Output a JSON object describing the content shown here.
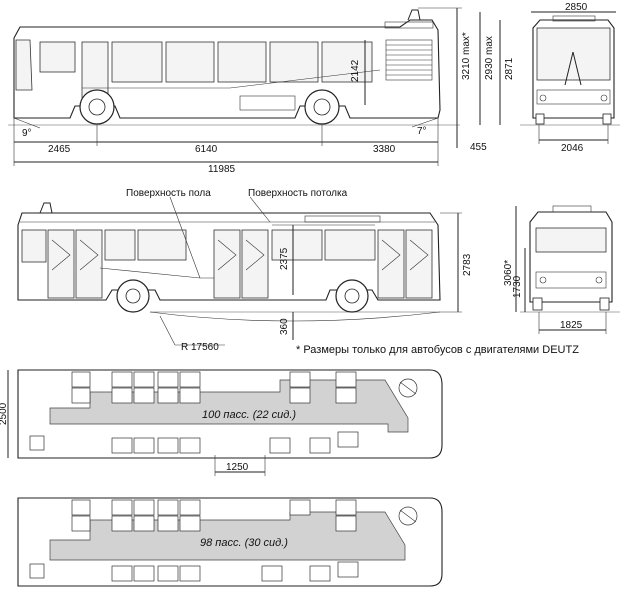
{
  "top_view": {
    "dims": {
      "front_overhang": "2465",
      "wheelbase": "6140",
      "rear_overhang": "3380",
      "total_length": "11985",
      "approach_angle": "9°",
      "departure_angle": "7°",
      "interior_height": "2142",
      "max_height": "3210 max*",
      "height_2930": "2930 max",
      "height_2871": "2871",
      "step_height": "455"
    }
  },
  "front_view": {
    "dims": {
      "width": "2850",
      "track": "2046"
    }
  },
  "side_view": {
    "labels": {
      "floor_surface": "Поверхность пола",
      "ceiling_surface": "Поверхность потолка"
    },
    "dims": {
      "interior_height": "2375",
      "ground_clearance": "360",
      "turn_radius": "R 17560",
      "overall_height": "2783",
      "rear_height": "3060*",
      "rear_mid_height": "1730",
      "rear_track": "1825"
    }
  },
  "footnote": "* Размеры только для автобусов с двигателями DEUTZ",
  "plan_1": {
    "caption": "100 пасс. (22 сид.)",
    "width_dim": "2500",
    "aisle_dim": "1250"
  },
  "plan_2": {
    "caption": "98 пасс. (30 сид.)"
  }
}
